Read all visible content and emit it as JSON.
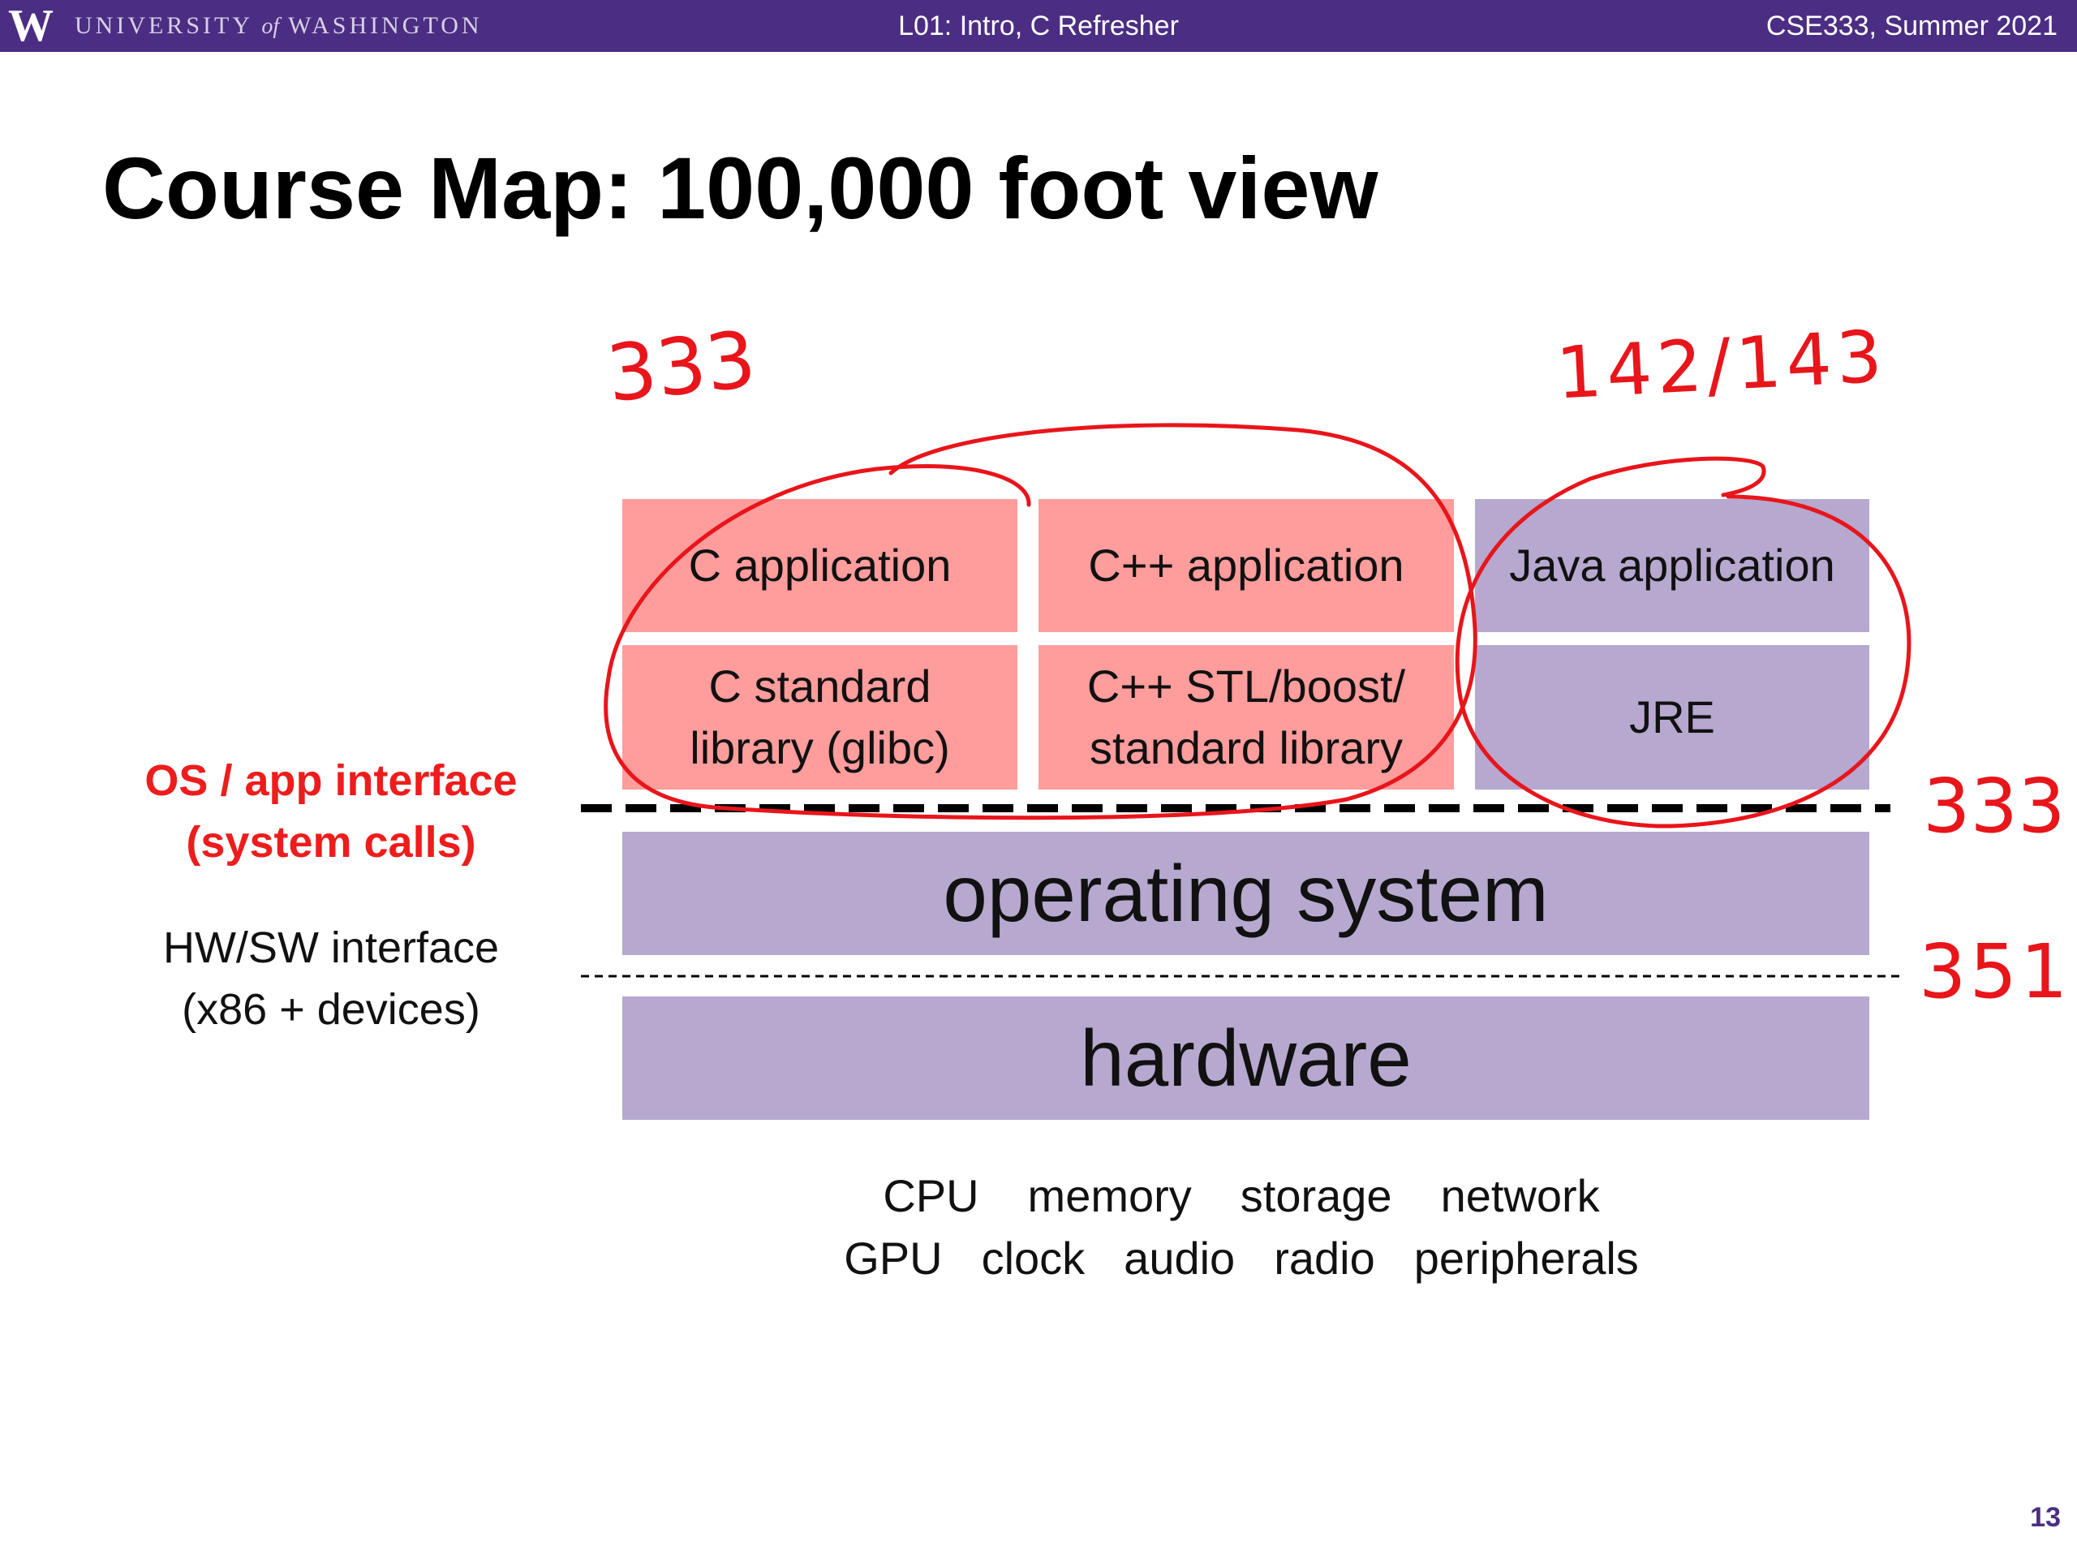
{
  "header": {
    "logo": "W",
    "university": "UNIVERSITY",
    "university_of": "of",
    "university_place": "WASHINGTON",
    "lecture": "L01:  Intro, C Refresher",
    "course": "CSE333, Summer 2021"
  },
  "title": "Course Map:  100,000 foot view",
  "stack": {
    "c_application": "C application",
    "cpp_application": "C++ application",
    "java_application": "Java application",
    "c_standard_line1": "C standard",
    "c_standard_line2": "library (glibc)",
    "cpp_stl_line1": "C++ STL/boost/",
    "cpp_stl_line2": "standard library",
    "jre": "JRE",
    "operating_system": "operating system",
    "hardware": "hardware"
  },
  "interfaces": {
    "os_app_line1": "OS / app interface",
    "os_app_line2": "(system calls)",
    "hw_sw_line1": "HW/SW interface",
    "hw_sw_line2": "(x86 + devices)"
  },
  "hardware_components": {
    "row1": [
      "CPU",
      "memory",
      "storage",
      "network"
    ],
    "row2": [
      "GPU",
      "clock",
      "audio",
      "radio",
      "peripherals"
    ]
  },
  "annotations": {
    "left_course": "333",
    "right_courses": "142/143",
    "os_line_course": "333",
    "hw_line_course": "351",
    "ink_color": "#e8151b"
  },
  "colors": {
    "header": "#4b2e83",
    "pink_box": "#ff9c9c",
    "purple_box": "#b6a8cf",
    "interface_label": "#ee1c1c"
  },
  "slide_number": "13"
}
